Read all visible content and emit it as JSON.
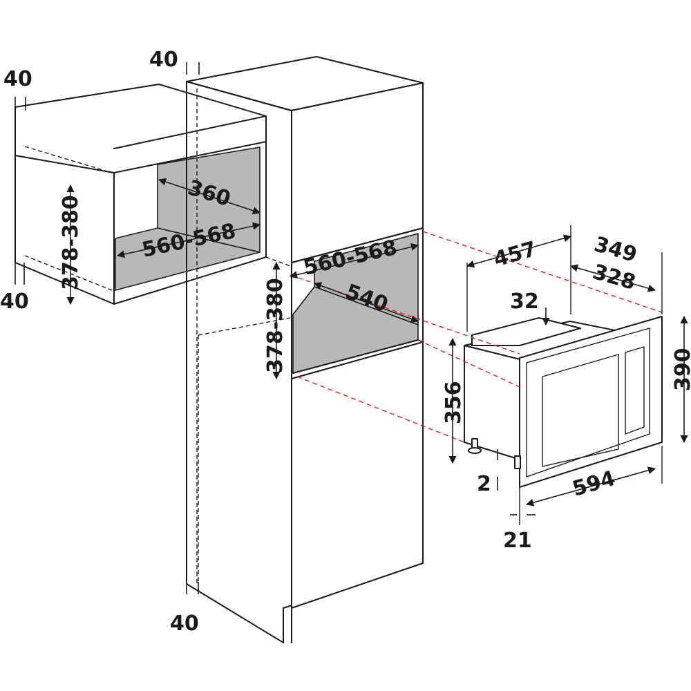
{
  "dimensions": {
    "top_left_gap": "40",
    "top_mid_gap": "40",
    "left_height": "378-380",
    "left_bottom_gap": "40",
    "left_depth": "360",
    "left_width": "560-568",
    "mid_width": "560-568",
    "mid_depth": "540",
    "mid_height": "378-380",
    "mid_bottom_gap": "40",
    "oven_depth_total": "457",
    "oven_depth_349": "349",
    "oven_depth_328": "328",
    "oven_offset": "32",
    "oven_height_outer": "390",
    "oven_height_inner": "356",
    "oven_width": "594",
    "oven_foot": "2",
    "oven_frame": "21"
  },
  "colors": {
    "line": "#1a1a1a",
    "projection": "#e0201b",
    "cavity": "#b8b8b8"
  }
}
